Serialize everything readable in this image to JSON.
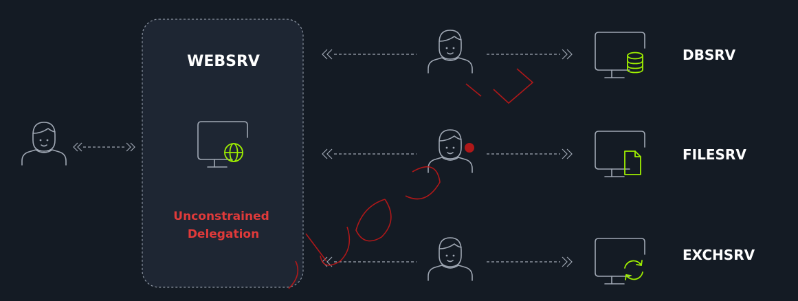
{
  "websrv": {
    "title": "WEBSRV",
    "delegation": [
      "Unconstrained",
      "Delegation"
    ]
  },
  "servers": [
    {
      "name": "DBSRV",
      "icon": "database-icon"
    },
    {
      "name": "FILESRV",
      "icon": "file-icon"
    },
    {
      "name": "EXCHSRV",
      "icon": "sync-icon"
    }
  ],
  "colors": {
    "background": "#141b24",
    "panel": "#1e2633",
    "stroke": "#a0a8b4",
    "accent": "#9fef00",
    "delegation_text": "#e03a3a"
  }
}
